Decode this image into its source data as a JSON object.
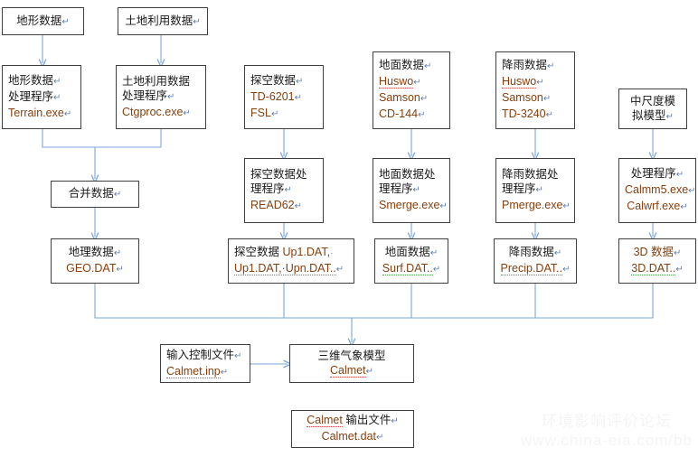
{
  "diagram": {
    "title": "CALMET Meteorological Model Data Flow",
    "line_color": "#7ba7d7",
    "box_border_color": "#3f3f3f",
    "chinese_text_color": "#1a1a1a",
    "english_text_color": "#84400e",
    "pilcrow": "↵"
  },
  "nodes": {
    "terrain_data": {
      "lines": [
        "地形数据"
      ]
    },
    "landuse_data": {
      "lines": [
        "土地利用数据"
      ]
    },
    "terrain_proc": {
      "lines": [
        "地形数据",
        "处理程序"
      ],
      "exe": [
        "Terrain.exe"
      ]
    },
    "landuse_proc": {
      "lines": [
        "土地利用数据",
        "处理程序"
      ],
      "exe": [
        "Ctgproc.exe"
      ]
    },
    "merge_data": {
      "lines": [
        "合并数据"
      ]
    },
    "geo_data": {
      "lines": [
        "地理数据"
      ],
      "exe": [
        "GEO.DAT"
      ]
    },
    "upper_air_data": {
      "lines": [
        "探空数据"
      ],
      "exe": [
        "TD-6201",
        "FSL"
      ]
    },
    "upper_air_proc": {
      "lines": [
        "探空数据处",
        "理程序"
      ],
      "exe": [
        "READ62"
      ]
    },
    "upper_air_out": {
      "line1_cn": "探空数据",
      "line1_en": "Up1.DAT,",
      "line2_en": "Up1.DAT,·Upn.DAT.."
    },
    "surface_data": {
      "lines": [
        "地面数据"
      ],
      "exe": [
        "Huswo",
        "Samson",
        "CD-144"
      ]
    },
    "surface_proc": {
      "lines": [
        "地面数据处",
        "理程序"
      ],
      "exe": [
        "Smerge.exe"
      ]
    },
    "surface_out": {
      "lines": [
        "地面数据"
      ],
      "exe": [
        "Surf.DAT.."
      ]
    },
    "precip_data": {
      "lines": [
        "降雨数据"
      ],
      "exe": [
        "Huswo",
        "Samson",
        "TD-3240"
      ]
    },
    "precip_proc": {
      "lines": [
        "降雨数据处",
        "理程序"
      ],
      "exe": [
        "Pmerge.exe"
      ]
    },
    "precip_out": {
      "lines": [
        "降雨数据"
      ],
      "exe": [
        "Precip.DAT.."
      ]
    },
    "mesoscale_model": {
      "lines": [
        "中尺度模",
        "拟模型"
      ]
    },
    "mesoscale_proc": {
      "lines": [
        "处理程序"
      ],
      "exe": [
        "Calmm5.exe",
        "Calwrf.exe"
      ]
    },
    "mesoscale_out": {
      "line1": "3D 数据",
      "exe": [
        "3D.DAT.."
      ]
    },
    "control_file": {
      "lines": [
        "输入控制文件"
      ],
      "exe": [
        "Calmet.inp"
      ]
    },
    "calmet_model": {
      "lines": [
        "三维气象模型"
      ],
      "exe": [
        "Calmet"
      ]
    },
    "calmet_output": {
      "line1_en": "Calmet",
      "line1_cn": "输出文件",
      "line2_en": "Calmet.dat"
    }
  },
  "watermark": {
    "line1": "环境影响评价论坛",
    "line2": "www.china-eia.com/bb"
  }
}
